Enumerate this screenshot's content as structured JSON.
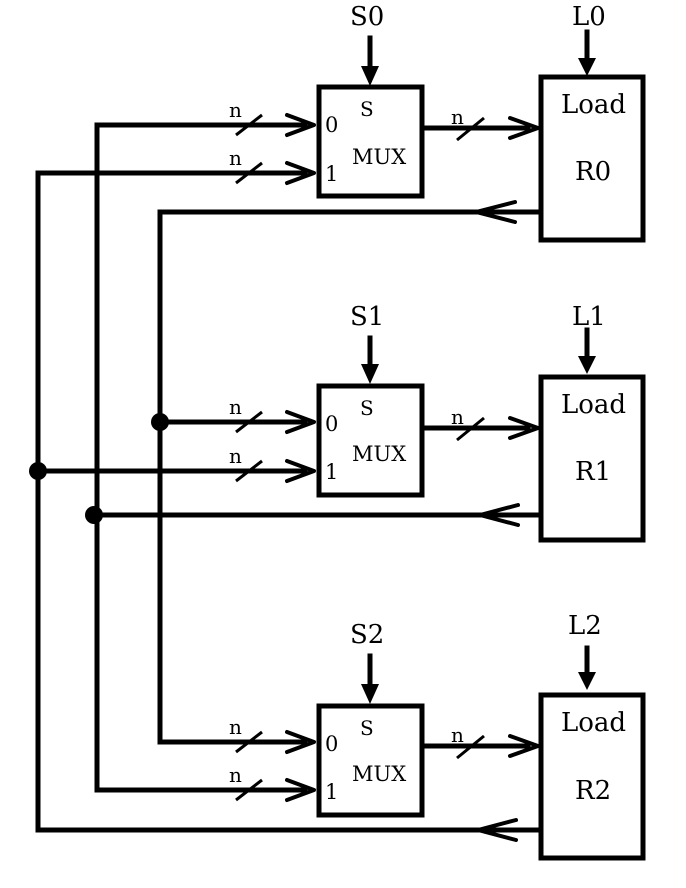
{
  "mux_select_labels": [
    "S0",
    "S1",
    "S2"
  ],
  "load_labels": [
    "L0",
    "L1",
    "L2"
  ],
  "mux": {
    "select_text": "S",
    "name": "MUX",
    "input_0": "0",
    "input_1": "1"
  },
  "registers": [
    {
      "load": "Load",
      "name": "R0"
    },
    {
      "load": "Load",
      "name": "R1"
    },
    {
      "load": "Load",
      "name": "R2"
    }
  ],
  "bus_width": "n"
}
